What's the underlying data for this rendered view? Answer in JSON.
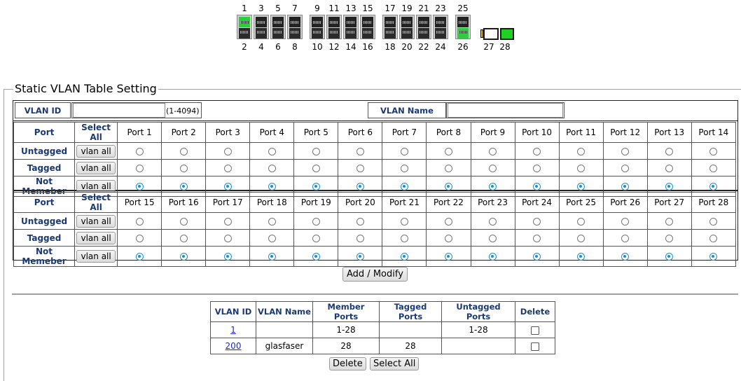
{
  "port_panel": {
    "top_numbers": [
      "1",
      "3",
      "5",
      "7",
      "9",
      "11",
      "13",
      "15",
      "17",
      "19",
      "21",
      "23",
      "25"
    ],
    "bottom_numbers": [
      "2",
      "4",
      "6",
      "8",
      "10",
      "12",
      "14",
      "16",
      "18",
      "20",
      "22",
      "24",
      "26",
      "27",
      "28"
    ],
    "active_ports": [
      "1",
      "26"
    ],
    "sfp_ports": [
      {
        "label": "27",
        "state": "inactive",
        "color": "#ffffff"
      },
      {
        "label": "28",
        "state": "active",
        "color": "#21d121"
      }
    ]
  },
  "fieldset": {
    "legend": "Static VLAN Table Setting"
  },
  "vlan_id": {
    "label": "VLAN ID",
    "value": "",
    "range_hint": "(1-4094)"
  },
  "vlan_name": {
    "label": "VLAN Name",
    "value": ""
  },
  "membership": {
    "port_header": "Port",
    "select_all_header": "Select All",
    "rows": [
      "Untagged",
      "Tagged",
      "Not Memeber"
    ],
    "vlan_all_label": "vlan all",
    "group1_ports": [
      "Port 1",
      "Port 2",
      "Port 3",
      "Port 4",
      "Port 5",
      "Port 6",
      "Port 7",
      "Port 8",
      "Port 9",
      "Port 10",
      "Port 11",
      "Port 12",
      "Port 13",
      "Port 14"
    ],
    "group2_ports": [
      "Port 15",
      "Port 16",
      "Port 17",
      "Port 18",
      "Port 19",
      "Port 20",
      "Port 21",
      "Port 22",
      "Port 23",
      "Port 24",
      "Port 25",
      "Port 26",
      "Port 27",
      "Port 28"
    ],
    "selected_row": "Not Memeber"
  },
  "add_modify_label": "Add / Modify",
  "vlan_list": {
    "headers": [
      "VLAN ID",
      "VLAN Name",
      "Member Ports",
      "Tagged Ports",
      "Untagged Ports",
      "Delete"
    ],
    "rows": [
      {
        "id": "1",
        "name": "",
        "member": "1-28",
        "tagged": "",
        "untagged": "1-28",
        "delete_checked": false
      },
      {
        "id": "200",
        "name": "glasfaser",
        "member": "28",
        "tagged": "28",
        "untagged": "",
        "delete_checked": false
      }
    ]
  },
  "delete_label": "Delete",
  "select_all_label": "Select All",
  "colors": {
    "header_text": "#1b3a74",
    "radio_selected": "#1a8fd6",
    "link": "#1a2acc",
    "port_active": "#2ecc40"
  }
}
